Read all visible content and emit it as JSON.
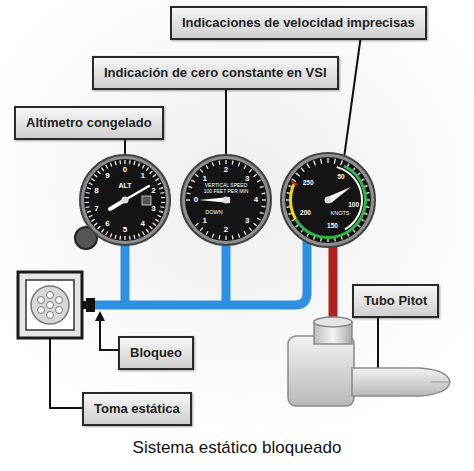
{
  "diagram": {
    "caption": "Sistema estático bloqueado",
    "nodes": [
      {
        "text": [
          "Indicaciones de velocidad imprecisas"
        ]
      },
      {
        "text": [
          "Indicación de cero constante en VSI"
        ]
      },
      {
        "text": [
          "Altímetro congelado"
        ]
      },
      {
        "text": [
          "Tubo Pitot"
        ]
      },
      {
        "text": [
          "Bloqueo"
        ]
      },
      {
        "text": [
          "Toma estática"
        ]
      }
    ],
    "labels": [
      "ALT",
      "0",
      "1",
      "2",
      "3",
      "4",
      "5",
      "6",
      "7",
      "8",
      "9",
      "VERTICAL SPEED",
      "100 FEET PER MIN",
      "DOWN",
      "0",
      "1",
      "2",
      "3",
      "4",
      "3",
      "2",
      "1",
      "KNOTS",
      "50",
      "100",
      "150",
      "200",
      "250"
    ]
  }
}
